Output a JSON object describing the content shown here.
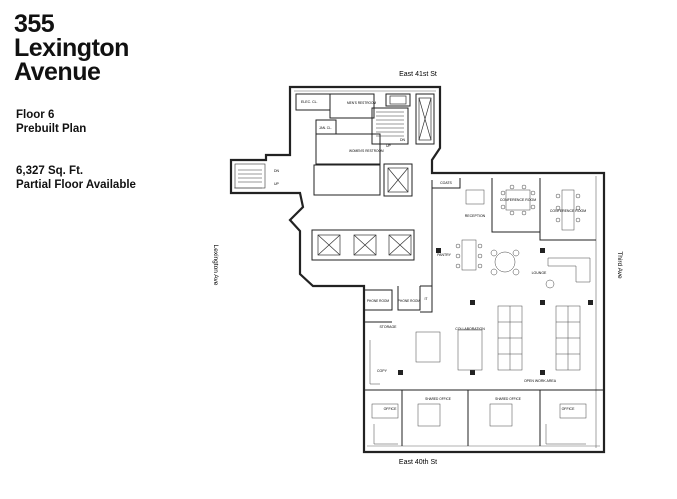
{
  "building": {
    "title_lines": [
      "355",
      "Lexington",
      "Avenue"
    ]
  },
  "floor": {
    "floor_label": "Floor 6",
    "plan_type": "Prebuilt Plan",
    "area": "6,327 Sq. Ft.",
    "availability": "Partial Floor Available"
  },
  "streets": {
    "north": "East 41st St",
    "south": "East 40th St",
    "west": "Lexington Ave",
    "east": "Third Ave"
  },
  "rooms": {
    "elec": "ELEC. CL.",
    "mens": "MEN'S RESTROOM",
    "jan": "JAN. CL.",
    "womens": "WOMEN'S RESTROOM",
    "up1": "UP",
    "up2": "UP",
    "dn1": "DN",
    "dn2": "DN",
    "coats": "COATS",
    "conference": "CONFERENCE ROOM",
    "conference2": "CONFERENCE ROOM",
    "reception": "RECEPTION",
    "pantry": "PANTRY",
    "lounge": "LOUNGE",
    "phone1": "PHONE ROOM",
    "phone2": "PHONE ROOM",
    "it": "IT",
    "storage": "STORAGE",
    "collaboration": "COLLABORATION",
    "copy": "COPY",
    "open_work": "OPEN WORK AREA",
    "office1": "OFFICE",
    "shared1": "SHARED OFFICE",
    "shared2": "SHARED OFFICE",
    "office2": "OFFICE"
  }
}
